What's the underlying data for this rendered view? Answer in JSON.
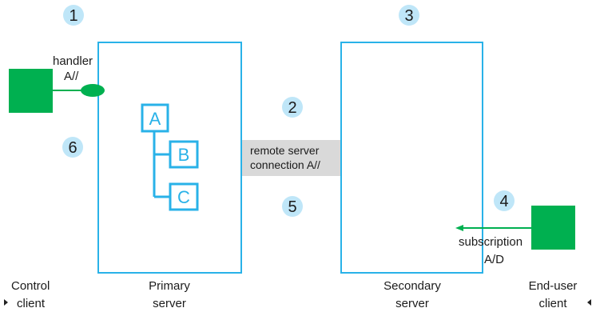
{
  "colors": {
    "server_border": "#29b2e8",
    "client_fill": "#00b050",
    "badge_fill": "#bfe6f8",
    "connection_fill": "#d9d9d9",
    "tree_color": "#29b2e8"
  },
  "steps": [
    "1",
    "2",
    "3",
    "4",
    "5",
    "6"
  ],
  "handler": {
    "line1": "handler",
    "line2": "A//"
  },
  "connection": {
    "line1": "remote server",
    "line2": "connection A//"
  },
  "subscription": {
    "line1": "subscription",
    "line2": "A/D"
  },
  "tree": {
    "nodes": [
      "A",
      "B",
      "C"
    ]
  },
  "labels": {
    "control_client": [
      "Control",
      "client"
    ],
    "primary_server": [
      "Primary",
      "server"
    ],
    "secondary_server": [
      "Secondary",
      "server"
    ],
    "end_user_client": [
      "End-user",
      "client"
    ]
  },
  "icons": {
    "left_marker": "caret-right-icon",
    "right_marker": "caret-left-icon"
  }
}
